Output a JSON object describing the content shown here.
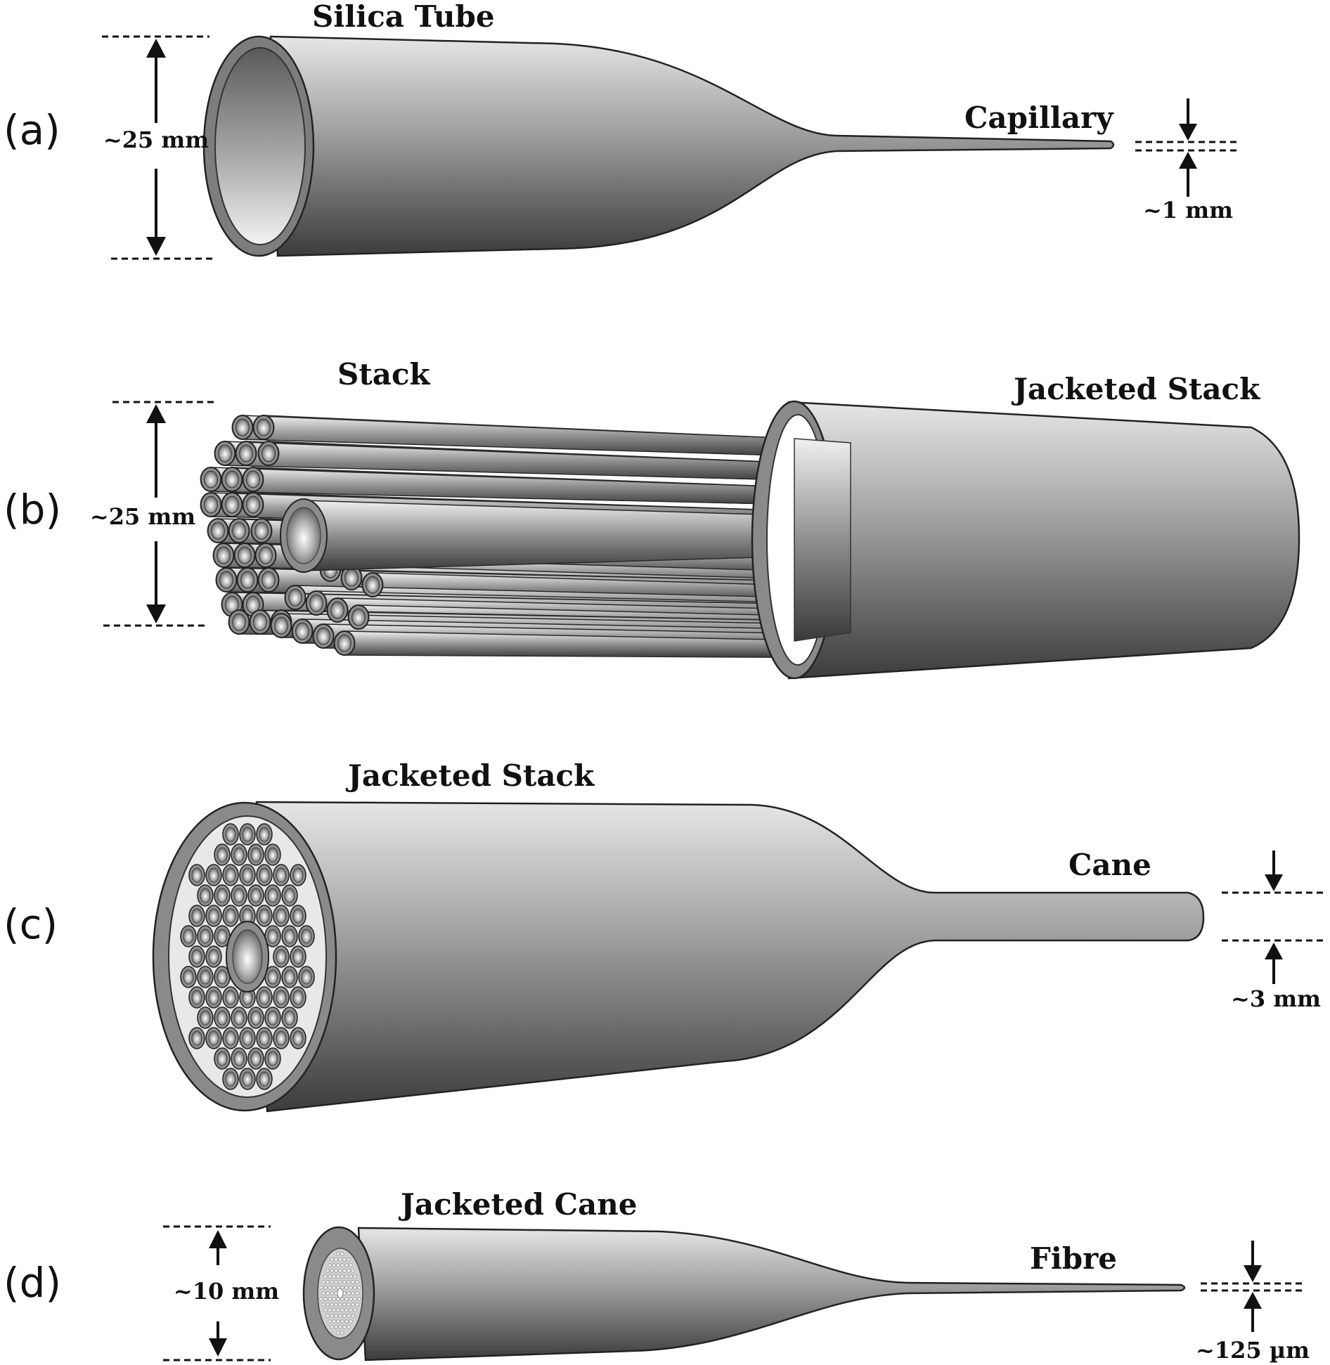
{
  "panels": [
    {
      "label": "(a)",
      "from": "Silica Tube",
      "to": "Capillary",
      "from_size": "~25 mm",
      "to_size": "~1 mm"
    },
    {
      "label": "(b)",
      "from": "Stack",
      "to": "Jacketed Stack",
      "from_size": "~25 mm"
    },
    {
      "label": "(c)",
      "from": "Jacketed Stack",
      "to": "Cane",
      "to_size": "~3 mm"
    },
    {
      "label": "(d)",
      "from": "Jacketed Cane",
      "to": "Fibre",
      "from_size": "~10 mm",
      "to_size": "~125 µm"
    }
  ],
  "colors": {
    "glass_light": "#e4e4e4",
    "glass_mid": "#9a9a9a",
    "glass_dark": "#3e3e3e",
    "outline": "#222222"
  }
}
